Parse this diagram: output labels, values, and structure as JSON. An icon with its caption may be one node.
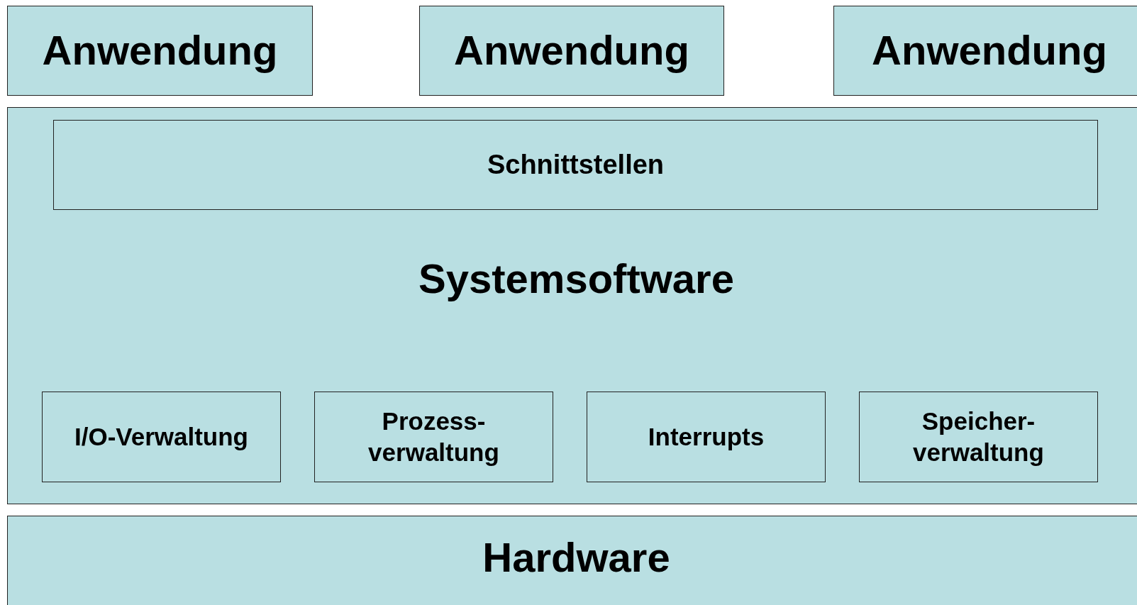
{
  "diagram": {
    "nodes": [
      {
        "text": [
          "Anwendung"
        ]
      },
      {
        "text": [
          "Anwendung"
        ]
      },
      {
        "text": [
          "Anwendung"
        ]
      },
      {
        "text": [
          "Systemsoftware"
        ]
      },
      {
        "text": [
          "Schnittstellen"
        ],
        "in": 3
      },
      {
        "text": [
          "I/O-Verwaltung"
        ],
        "in": 3
      },
      {
        "text": [
          "Prozess- verwaltung"
        ],
        "in": 3
      },
      {
        "text": [
          "Interrupts"
        ],
        "in": 3
      },
      {
        "text": [
          "Speicher- verwaltung"
        ],
        "in": 3
      },
      {
        "text": [
          "Hardware"
        ]
      }
    ]
  }
}
